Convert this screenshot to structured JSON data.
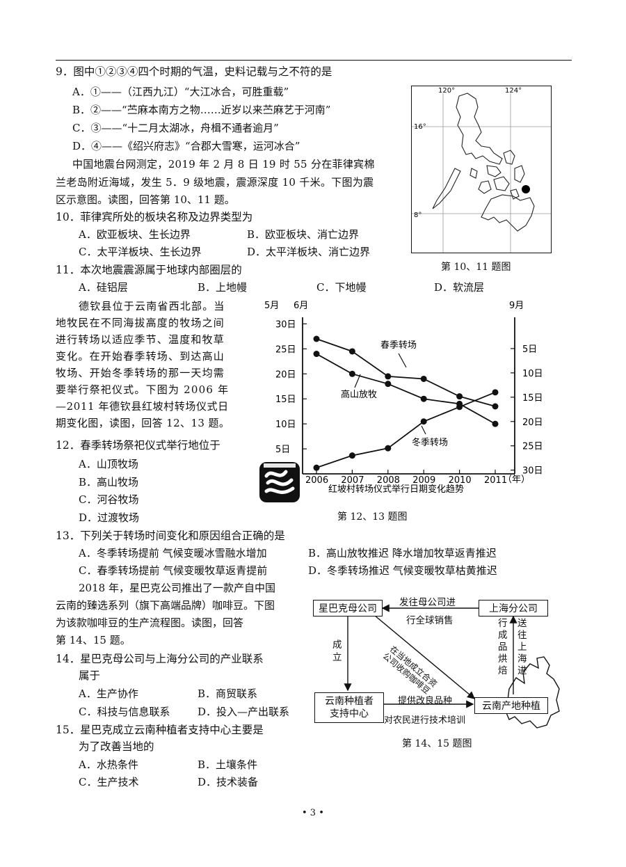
{
  "q9": {
    "stem": "9．图中①②③④四个时期的气温，史料记载与之不符的是",
    "options": [
      "A．①——（江西九江）“大江冰合，可胜重载”",
      "B．②——“苎麻本南方之物……近岁以来苎麻艺于河南”",
      "C．③——“十二月太湖冰，舟楫不通者逾月”",
      "D．④——《绍兴府志》“合郡大雪寒，运河冰合”"
    ]
  },
  "intro_quake": [
    "中国地震台网测定，2019 年 2 月 8 日 19 时 55 分在菲律宾棉",
    "兰老岛附近海域，发生 5．9 级地震，震源深度 10 千米。下图为震",
    "区示意图。读图，回答第 10、11 题。"
  ],
  "q10": {
    "stem": "10．菲律宾所处的板块名称及边界类型为",
    "options": [
      "A．欧亚板块、生长边界",
      "B．欧亚板块、消亡边界",
      "C．太平洋板块、生长边界",
      "D．太平洋板块、消亡边界"
    ]
  },
  "q11": {
    "stem": "11．本次地震震源属于地球内部圈层的",
    "options": [
      "A．硅铝层",
      "B．上地幔",
      "C．下地幔",
      "D．软流层"
    ]
  },
  "map": {
    "lon_labels": [
      "120°",
      "124°"
    ],
    "lat_labels": [
      "16°",
      "8°"
    ],
    "caption": "第 10、11 题图"
  },
  "intro_dq": [
    "德钦县位于云南省西北部。当",
    "地牧民在不同海拔高度的牧场之间",
    "进行转场以适应季节、温度和牧草",
    "变化。在开始春季转场、到达高山",
    "牧场、开始冬季转场的那一天均需",
    "要举行祭祀仪式。下图为 2006 年",
    "—2011 年德钦县红坡村转场仪式日",
    "期变化图，读图，回答 12、13 题。"
  ],
  "q12": {
    "stem": "12．春季转场祭祀仪式举行地位于",
    "options": [
      "A．山顶牧场",
      "B．高山牧场",
      "C．河谷牧场",
      "D．过渡牧场"
    ]
  },
  "chart_data": {
    "type": "line",
    "title": "红坡村转场仪式举行日期变化趋势",
    "x": [
      2006,
      2007,
      2008,
      2009,
      2010,
      2011
    ],
    "xlabel": "（年）",
    "left_axis_top_labels": [
      "5月",
      "6月"
    ],
    "left_ticks": [
      "30日",
      "25日",
      "20日",
      "15日",
      "10日",
      "5日"
    ],
    "right_axis_top_label": "9月",
    "right_ticks": [
      "5日",
      "10日",
      "15日",
      "20日",
      "25日",
      "30日"
    ],
    "ylim_left": [
      0,
      30
    ],
    "ylim_right": [
      0,
      30
    ],
    "series": [
      {
        "name": "春季转场",
        "axis": "left",
        "values": [
          27,
          24.5,
          19.5,
          19,
          15.5,
          13.5
        ]
      },
      {
        "name": "高山放牧",
        "axis": "left",
        "values": [
          24,
          20,
          18,
          15,
          14,
          10
        ]
      },
      {
        "name": "冬季转场",
        "axis": "right",
        "values": [
          29.5,
          27,
          25.5,
          20,
          17,
          14
        ]
      }
    ],
    "caption": "第 12、13 题图"
  },
  "q13": {
    "stem": "13．下列关于转场时间变化和原因组合正确的是",
    "options": [
      "A．冬季转场提前  气候变暖冰雪融水增加",
      "B．高山放牧推迟  降水增加牧草返青推迟",
      "C．春季转场提前  气候变暖牧草返青提前",
      "D．冬季转场推迟  气候变暖牧草枯黄推迟"
    ]
  },
  "intro_sb": [
    "2018 年，星巴克公司推出了一款产自中国",
    "云南的臻选系列（旗下高端品牌）咖啡豆。下图",
    "为该款咖啡豆的生产流程图。读图，回答",
    "第 14、15 题。"
  ],
  "q14": {
    "stem1": "14．星巴克母公司与上海分公司的产业联系",
    "stem2": "属于",
    "options": [
      "A．生产协作",
      "B．商贸联系",
      "C．科技与信息联系",
      "D．投入—产出联系"
    ]
  },
  "q15": {
    "stem1": "15．星巴克成立云南种植者支持中心主要是",
    "stem2": "为了改善当地的",
    "options": [
      "A．水热条件",
      "B．土壤条件",
      "C．生产技术",
      "D．技术装备"
    ]
  },
  "flow": {
    "parent": "星巴克母公司",
    "shanghai": "上海分公司",
    "center": [
      "云南种植者",
      "支持中心"
    ],
    "yunnan": "云南产地种植",
    "lbl_top1": "发往母公司进",
    "lbl_top2": "行全球销售",
    "lbl_found": [
      "成",
      "立"
    ],
    "lbl_diag1": "在当地成立合资",
    "lbl_diag2": "公司收购咖啡豆",
    "lbl_roast": [
      "行",
      "成",
      "品",
      "烘",
      "焙"
    ],
    "lbl_send": [
      "送",
      "往",
      "上",
      "海",
      "进"
    ],
    "lbl_bottom1": "提供改良品种",
    "lbl_bottom2": "对农民进行技术培训",
    "caption": "第 14、15 题图"
  },
  "page_number": "• 3 •"
}
